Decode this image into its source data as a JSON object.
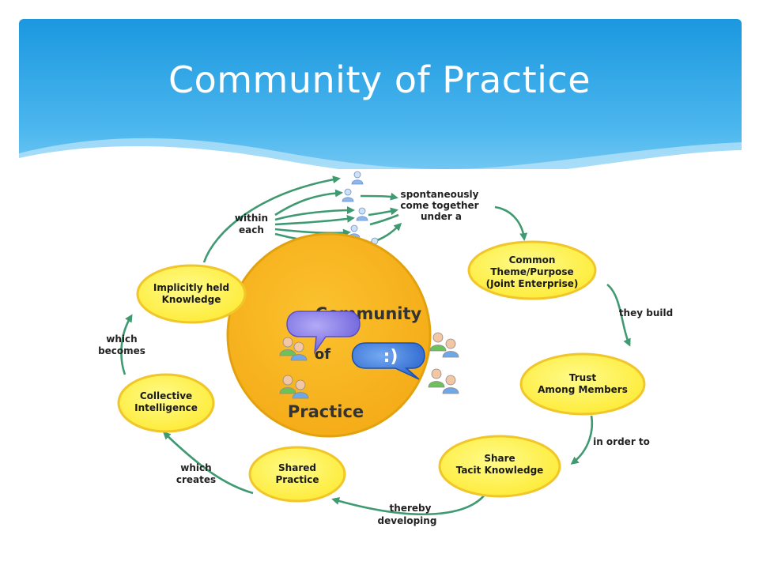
{
  "slide": {
    "title": "Community of Practice"
  },
  "diagram": {
    "center": {
      "title_line1": "Community",
      "title_line2": "of",
      "title_line3": "Practice",
      "bubble_text": ":)"
    },
    "nodes": [
      {
        "id": "common-theme",
        "lines": [
          "Common",
          "Theme/Purpose",
          "(Joint Enterprise)"
        ]
      },
      {
        "id": "trust",
        "lines": [
          "Trust",
          "Among Members"
        ]
      },
      {
        "id": "share",
        "lines": [
          "Share",
          "Tacit Knowledge"
        ]
      },
      {
        "id": "shared-practice",
        "lines": [
          "Shared",
          "Practice"
        ]
      },
      {
        "id": "collective",
        "lines": [
          "Collective",
          "Intelligence"
        ]
      },
      {
        "id": "implicit",
        "lines": [
          "Implicitly held",
          "Knowledge"
        ]
      }
    ],
    "connectors": [
      {
        "id": "spontaneously",
        "lines": [
          "spontaneously",
          "come together",
          "under a"
        ]
      },
      {
        "id": "they-build",
        "lines": [
          "they build"
        ]
      },
      {
        "id": "in-order-to",
        "lines": [
          "in order to"
        ]
      },
      {
        "id": "thereby",
        "lines": [
          "thereby",
          "developing"
        ]
      },
      {
        "id": "which-creates",
        "lines": [
          "which",
          "creates"
        ]
      },
      {
        "id": "which-becomes",
        "lines": [
          "which",
          "becomes"
        ]
      },
      {
        "id": "within-each",
        "lines": [
          "within",
          "each"
        ]
      }
    ],
    "colors": {
      "node_fill": "#fdef3a",
      "node_stroke": "#f1c62a",
      "center_fill": "#f7b825",
      "center_stroke": "#e2a20d",
      "arrow": "#3f9a72",
      "bubble_purple": "#7b70e2",
      "bubble_blue": "#2e6fd6",
      "header_top": "#1b9be0",
      "header_bottom": "#8fd3f6"
    }
  }
}
